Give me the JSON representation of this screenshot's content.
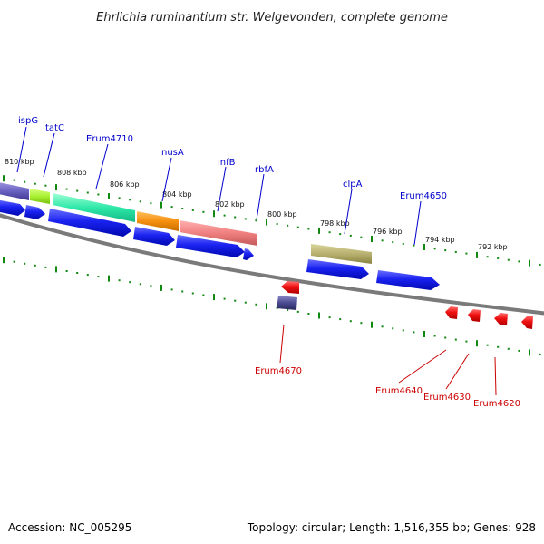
{
  "title": "Ehrlichia ruminantium str. Welgevonden, complete genome",
  "footer": {
    "accession": "Accession: NC_005295",
    "info": "Topology: circular; Length: 1,516,355 bp; Genes: 928"
  },
  "scale_labels": [
    "810 kbp",
    "808 kbp",
    "806 kbp",
    "804 kbp",
    "802 kbp",
    "800 kbp",
    "798 kbp",
    "796 kbp",
    "794 kbp",
    "792 kbp"
  ],
  "gene_labels_forward": [
    "ispG",
    "tatC",
    "Erum4710",
    "nusA",
    "infB",
    "rbfA",
    "clpA",
    "Erum4650"
  ],
  "gene_labels_reverse": [
    "Erum4670",
    "Erum4640",
    "Erum4630",
    "Erum4620"
  ],
  "colors": {
    "backbone": "#808080",
    "tick": "#118811",
    "forward_label": "#0000cc",
    "reverse_label": "#cc0000",
    "cds_forward": "#0a14e6",
    "cds_reverse": "#e60a0a"
  }
}
